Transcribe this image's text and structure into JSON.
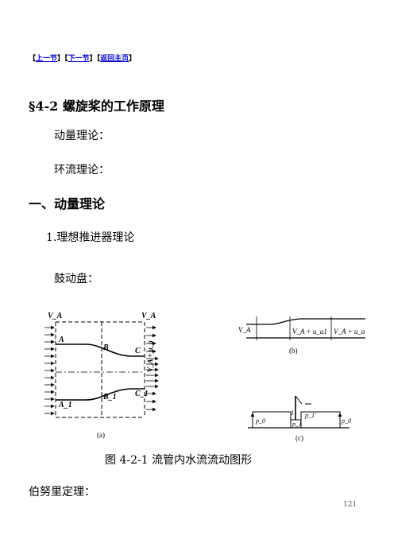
{
  "nav": {
    "prev_label": "上一节",
    "next_label": "下一节",
    "home_label": "返回主页",
    "open_bracket": "【",
    "close_bracket": "】"
  },
  "section_title": "§4-2 螺旋桨的工作原理",
  "toc": [
    "动量理论：",
    "环流理论："
  ],
  "heading1": "一、动量理论",
  "subheading": "1.理想推进器理论",
  "drum_label": "鼓动盘：",
  "figure": {
    "panel_a": {
      "va_left": "V_A",
      "va_right": "V_A",
      "A": "A",
      "B": "B",
      "C": "C",
      "A1": "A_1",
      "B1": "B_1",
      "C1": "C_1",
      "exit_vel": "V_A + u_a",
      "label": "(a)"
    },
    "panel_b": {
      "v1": "V_A",
      "v2": "V_A + u_a1",
      "v3": "V_A + u_a",
      "label": "(b)"
    },
    "panel_c": {
      "p0": "p_0",
      "p1": "p_1",
      "p1p": "p_1′",
      "p0r": "p_0",
      "one": "1",
      "label": "(c)"
    },
    "caption": "图 4-2-1   流管内水流流动图形"
  },
  "bernoulli": "伯努里定理：",
  "page_number": "121"
}
